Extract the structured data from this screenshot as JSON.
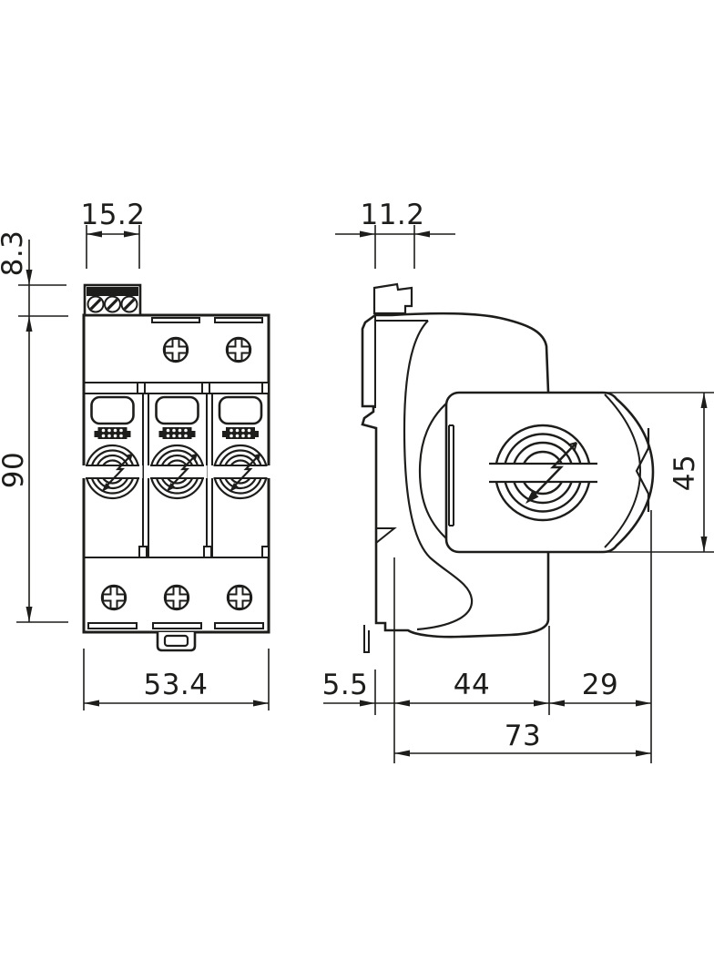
{
  "page": {
    "background": "#ffffff",
    "line_color": "#1d1d1b",
    "type": "technical-dimension-drawing",
    "logo_icon": "lightning-arrow-logo"
  },
  "views": {
    "front": {
      "name": "front-view",
      "module_count": 3,
      "dimensions": {
        "terminal_width": "15.2",
        "terminal_height": "8.3",
        "body_height": "90",
        "body_width": "53.4"
      }
    },
    "side": {
      "name": "side-view",
      "dimensions": {
        "terminal_width": "11.2",
        "module_height": "45",
        "din_offset": "5.5",
        "base_depth": "44",
        "module_depth": "29",
        "total_depth": "73"
      }
    }
  }
}
